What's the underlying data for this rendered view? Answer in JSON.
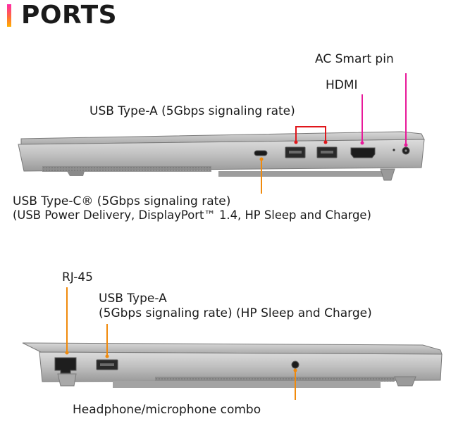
{
  "title": "PORTS",
  "top_view": {
    "labels": {
      "ac_pin": "AC Smart pin",
      "hdmi": "HDMI",
      "usb_a": "USB Type-A (5Gbps signaling rate)",
      "usb_c_line1": "USB Type-C® (5Gbps signaling rate)",
      "usb_c_line2": "(USB Power Delivery, DisplayPort™ 1.4, HP Sleep and Charge)"
    }
  },
  "bottom_view": {
    "labels": {
      "rj45": "RJ-45",
      "usb_a_line1": "USB Type-A",
      "usb_a_line2": "(5Gbps signaling rate) (HP Sleep and Charge)",
      "audio": "Headphone/microphone combo"
    }
  },
  "colors": {
    "ac_pin": "#e8199a",
    "hdmi": "#e8199a",
    "usb_a_top": "#e0161b",
    "usb_c": "#f08a0c",
    "rj45": "#f08a0c",
    "usb_a_bottom": "#f08a0c",
    "audio": "#f08a0c"
  }
}
